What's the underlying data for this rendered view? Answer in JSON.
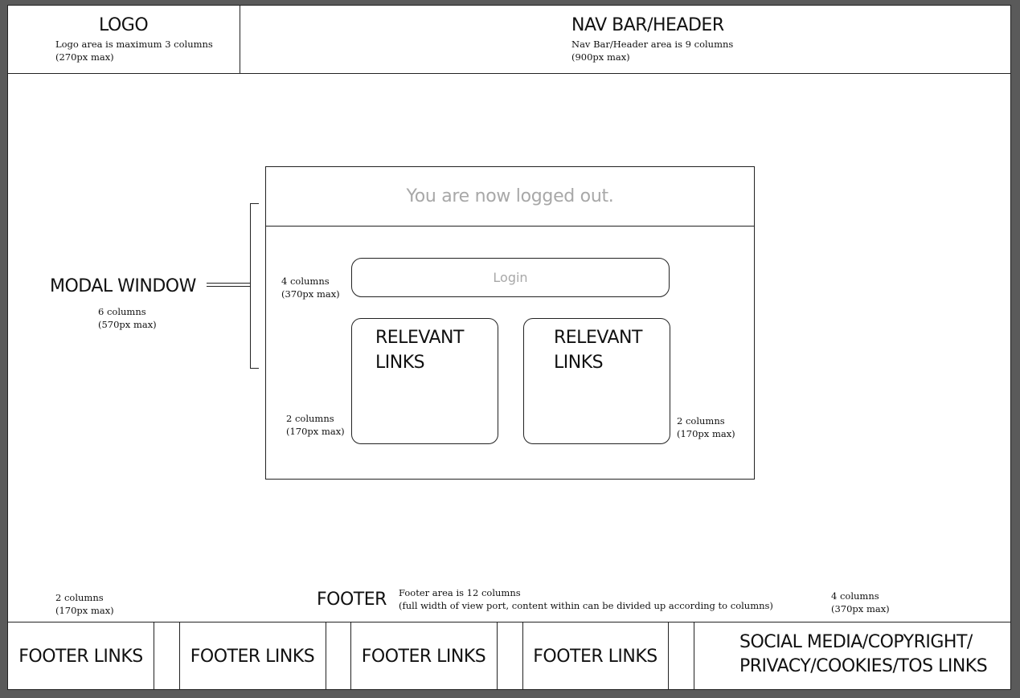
{
  "header": {
    "logo": {
      "title": "LOGO",
      "note_line1": "Logo area is maximum 3 columns",
      "note_line2": "(270px max)"
    },
    "nav": {
      "title": "NAV BAR/HEADER",
      "note_line1": "Nav Bar/Header area is 9 columns",
      "note_line2": "(900px max)"
    }
  },
  "modal_annotation": {
    "title": "MODAL WINDOW",
    "note_line1": "6 columns",
    "note_line2": "(570px max)"
  },
  "modal": {
    "message": "You are now logged out.",
    "login_label": "Login",
    "login_note_line1": "4 columns",
    "login_note_line2": "(370px max)",
    "links_left": {
      "line1": "RELEVANT",
      "line2": "LINKS"
    },
    "links_right": {
      "line1": "RELEVANT",
      "line2": "LINKS"
    },
    "links_left_note_line1": "2 columns",
    "links_left_note_line2": "(170px max)",
    "links_right_note_line1": "2 columns",
    "links_right_note_line2": "(170px max)"
  },
  "footer": {
    "title": "FOOTER",
    "note_line1": "Footer area is 12 columns",
    "note_line2": "(full width of view port, content within can be divided up according to columns)",
    "left_note_line1": "2 columns",
    "left_note_line2": "(170px max)",
    "right_note_line1": "4 columns",
    "right_note_line2": "(370px max)",
    "links": [
      "FOOTER LINKS",
      "FOOTER LINKS",
      "FOOTER LINKS",
      "FOOTER LINKS"
    ],
    "social_line1": "SOCIAL MEDIA/COPYRIGHT/",
    "social_line2": "PRIVACY/COOKIES/TOS LINKS"
  }
}
